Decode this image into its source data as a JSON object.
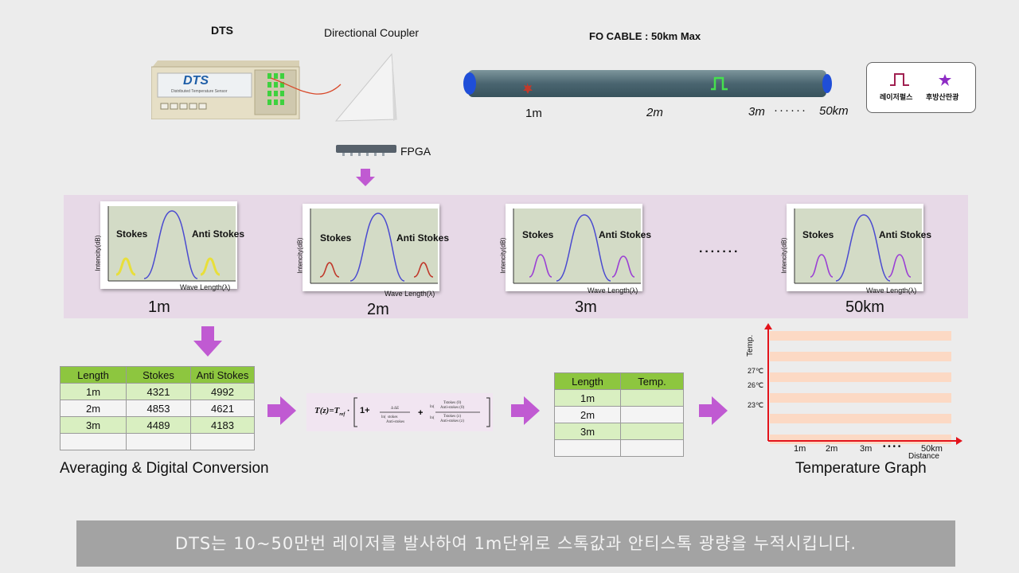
{
  "top": {
    "dts_label": "DTS",
    "device_screen_title": "DTS",
    "device_screen_sub": "Distributed Temperature Sensor",
    "coupler_label": "Directional Coupler",
    "fpga_label": "FPGA",
    "cable_title": "FO CABLE : 50km Max",
    "cable_marks": [
      "1m",
      "2m",
      "3m",
      "50km"
    ],
    "cable_dots": "······",
    "legend": {
      "laser_pulse": "레이저펄스",
      "backscatter": "후방산란광"
    }
  },
  "spectra": {
    "ylabel": "Intencity(dB)",
    "xlabel": "Wave Length(λ)",
    "stokes": "Stokes",
    "anti_stokes": "Anti Stokes",
    "panels": [
      {
        "distance": "1m",
        "side_color": "#e8df3a"
      },
      {
        "distance": "2m",
        "side_color": "#c0392b"
      },
      {
        "distance": "3m",
        "side_color": "#9b3fd4"
      },
      {
        "distance": "50km",
        "side_color": "#9b3fd4"
      }
    ],
    "ellipsis": "·······",
    "main_peak_color": "#4a4ad0"
  },
  "avg_table": {
    "headers": [
      "Length",
      "Stokes",
      "Anti Stokes"
    ],
    "rows": [
      [
        "1m",
        "4321",
        "4992"
      ],
      [
        "2m",
        "4853",
        "4621"
      ],
      [
        "3m",
        "4489",
        "4183"
      ],
      [
        "",
        "",
        ""
      ]
    ],
    "caption": "Averaging & Digital Conversion"
  },
  "formula": {
    "lhs": "T(z)=T",
    "sub": "ref",
    "plus_one": "1+"
  },
  "temp_table": {
    "headers": [
      "Length",
      "Temp."
    ],
    "rows": [
      [
        "1m",
        ""
      ],
      [
        "2m",
        ""
      ],
      [
        "3m",
        ""
      ],
      [
        "",
        ""
      ]
    ]
  },
  "graph": {
    "ylabel": "Temp.",
    "xlabel": "Distance",
    "y_ticks": [
      "27℃",
      "26℃",
      "23℃"
    ],
    "x_ticks": [
      "1m",
      "2m",
      "3m",
      "50km"
    ],
    "x_dots": "• • • •",
    "caption": "Temperature Graph",
    "band_color": "#fcd9c4"
  },
  "subtitle": "DTS는 10~50만번 레이저를 발사하여 1m단위로 스톡값과 안티스톡 광량을 누적시킵니다.",
  "colors": {
    "arrow": "#c05ad2",
    "green": "#8dc63f",
    "cable": "#4d6b73"
  }
}
